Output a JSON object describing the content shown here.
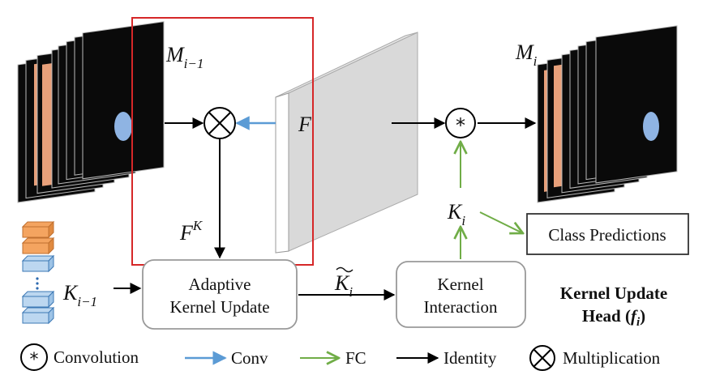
{
  "labels": {
    "m_prev": "M",
    "m_prev_sub": "i−1",
    "m_cur": "M",
    "m_cur_sub": "i",
    "feature": "F",
    "fk": "F",
    "fk_sup": "K",
    "k_prev": "K",
    "k_prev_sub": "i−1",
    "k_tilde": "K",
    "k_tilde_sub": "i",
    "k_cur": "K",
    "k_cur_sub": "i"
  },
  "boxes": {
    "adaptive_line1": "Adaptive",
    "adaptive_line2": "Kernel Update",
    "interaction_line1": "Kernel",
    "interaction_line2": "Interaction",
    "class_predictions": "Class Predictions"
  },
  "head_title": {
    "line1": "Kernel Update",
    "line2_prefix": "Head (",
    "line2_f": "f",
    "line2_sub": "i",
    "line2_suffix": ")"
  },
  "legend": {
    "convolution": "Convolution",
    "conv": "Conv",
    "fc": "FC",
    "identity": "Identity",
    "multiplication": "Multiplication"
  },
  "colors": {
    "conv_arrow": "#5b9bd5",
    "fc_arrow": "#70ad47",
    "identity_arrow": "#000000",
    "highlight_box": "#d62728",
    "kernel_orange": "#f4a460",
    "kernel_blue": "#9dc3e6",
    "mask_black": "#0a0a0a",
    "mask_skin": "#e8a07a",
    "mask_blue": "#8fb4e3"
  }
}
